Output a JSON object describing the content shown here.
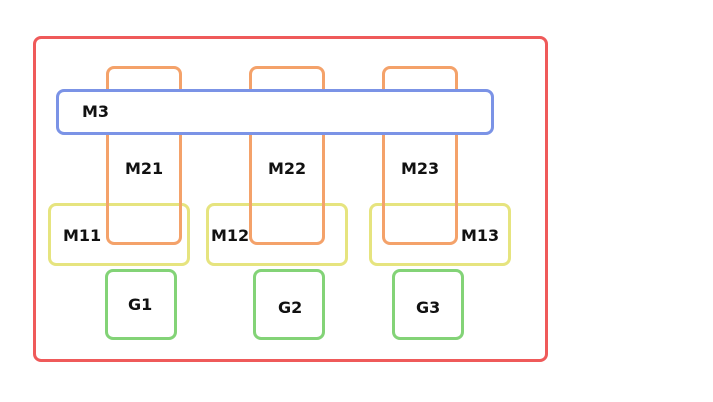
{
  "colors": {
    "outer_border": "#ef5a5a",
    "m1_border": "#e6e47f",
    "m2_border": "#f4a26a",
    "m3_border": "#7b93e6",
    "g_border": "#83d377"
  },
  "labels": {
    "m3": "M3",
    "m21": "M21",
    "m22": "M22",
    "m23": "M23",
    "m11": "M11",
    "m12": "M12",
    "m13": "M13",
    "g1": "G1",
    "g2": "G2",
    "g3": "G3"
  }
}
